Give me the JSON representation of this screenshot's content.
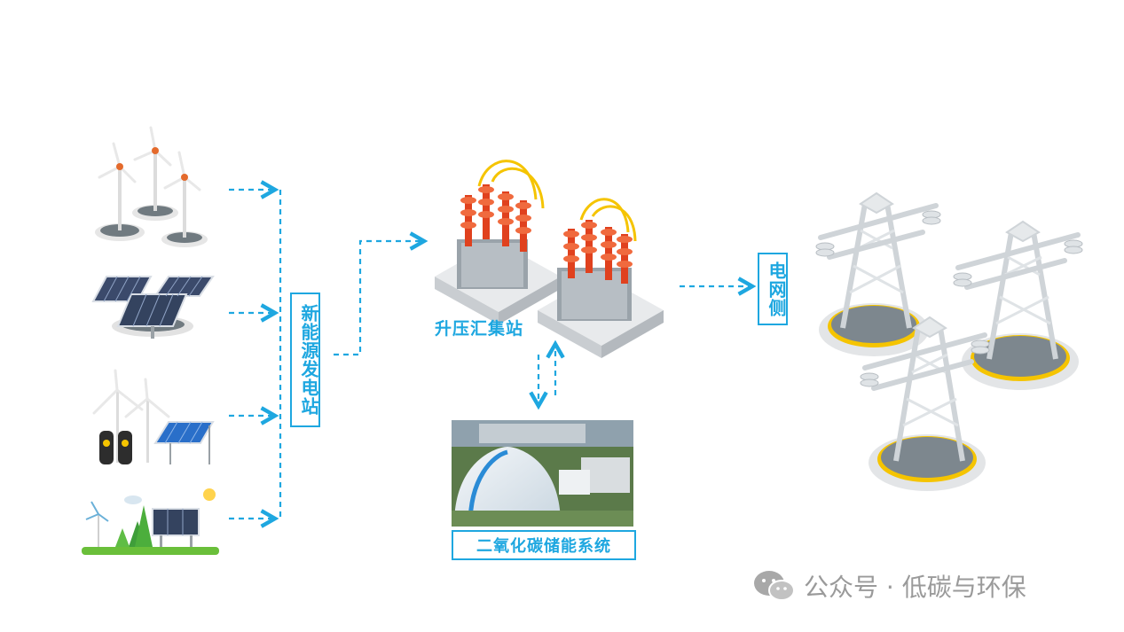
{
  "labels": {
    "new_energy_station": "新能源发电站",
    "booster_station": "升压汇集站",
    "co2_storage_system": "二氧化碳储能系统",
    "grid_side": "电网侧"
  },
  "watermark": {
    "text": "公众号 · 低碳与环保",
    "icon": "wechat-icon"
  },
  "sources": [
    {
      "icon": "wind-turbines-icon"
    },
    {
      "icon": "solar-panels-icon"
    },
    {
      "icon": "wind-solar-storage-icon"
    },
    {
      "icon": "green-energy-landscape-icon"
    }
  ],
  "colors": {
    "accent": "#1ea7e0",
    "insulator_red": "#e0411e",
    "conductor_yellow": "#f5c400",
    "tower_gray": "#cfd4d8"
  }
}
